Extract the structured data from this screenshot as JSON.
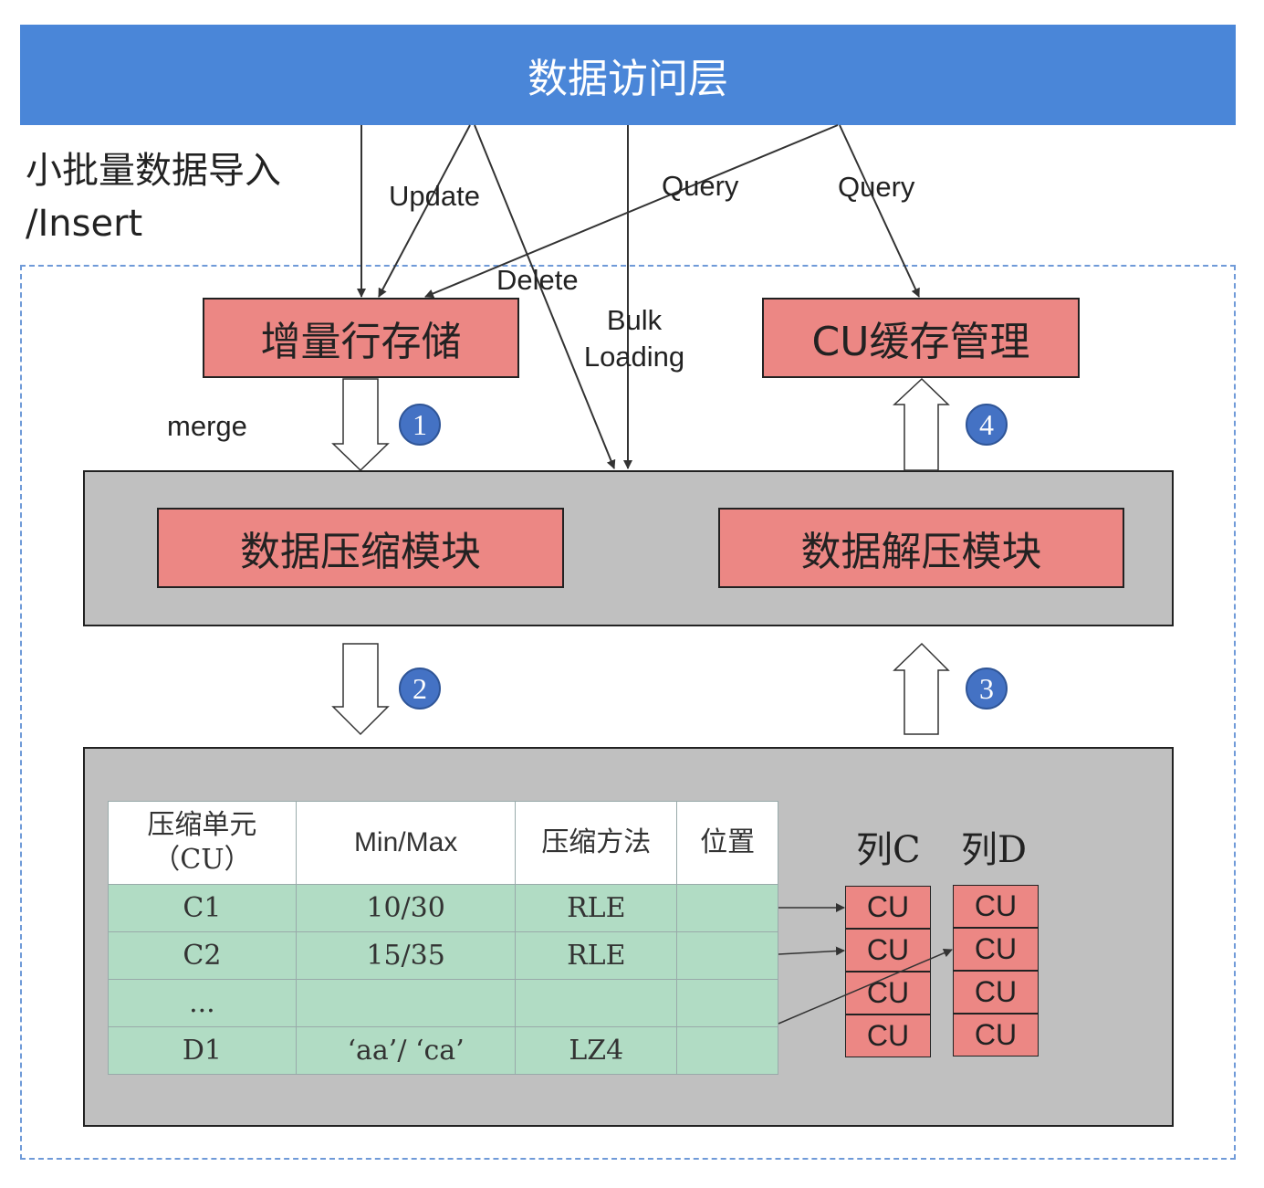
{
  "top_bar": {
    "title": "数据访问层"
  },
  "side_note": {
    "text": "小批量数据导入\n/Insert"
  },
  "row_store": {
    "label": "增量行存储"
  },
  "cu_cache": {
    "label": "CU缓存管理"
  },
  "compress_module": {
    "label": "数据压缩模块"
  },
  "decompress_module": {
    "label": "数据解压模块"
  },
  "edge_labels": {
    "update": "Update",
    "delete": "Delete",
    "query_left": "Query",
    "query_right": "Query",
    "bulk_loading": "Bulk\nLoading",
    "merge": "merge"
  },
  "steps": [
    "1",
    "2",
    "3",
    "4"
  ],
  "cu_table": {
    "headers": [
      "压缩单元\n（CU）",
      "Min/Max",
      "压缩方法",
      "位置"
    ],
    "rows": [
      [
        "C1",
        "10/30",
        "RLE",
        ""
      ],
      [
        "C2",
        "15/35",
        "RLE",
        ""
      ],
      [
        "...",
        "",
        "",
        ""
      ],
      [
        "D1",
        "‘aa’/ ‘ca’",
        "LZ4",
        ""
      ]
    ]
  },
  "columns": {
    "col_c": {
      "title": "列C",
      "cells": [
        "CU",
        "CU",
        "CU",
        "CU"
      ]
    },
    "col_d": {
      "title": "列D",
      "cells": [
        "CU",
        "CU",
        "CU",
        "CU"
      ]
    }
  },
  "colors": {
    "access_layer": "#4a86d8",
    "module": "#ec8784",
    "container": "#c0c0c0",
    "table_row": "#b1dcc4",
    "badge": "#4472c4"
  }
}
